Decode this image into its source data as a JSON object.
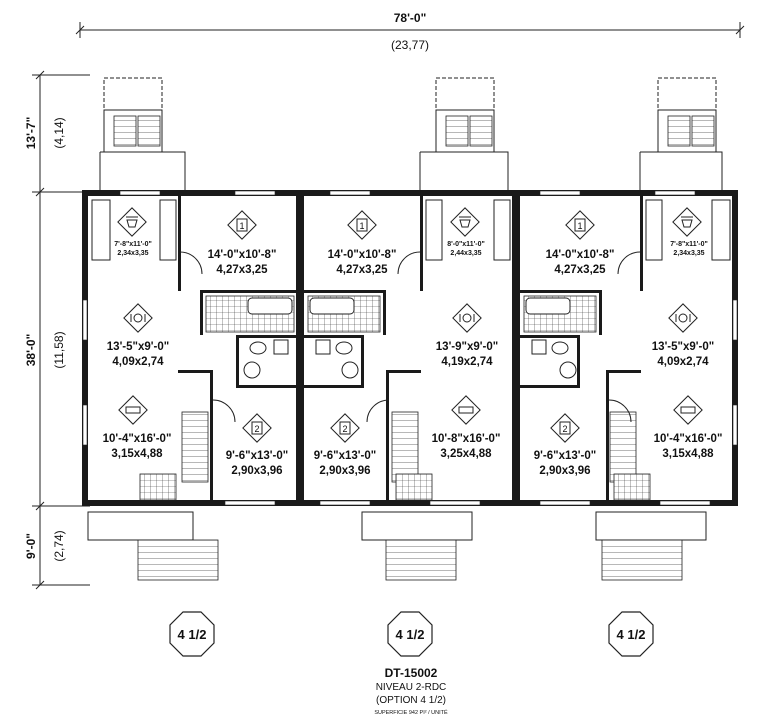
{
  "dimensions": {
    "overall_width_imperial": "78'-0\"",
    "overall_width_metric": "(23,77)",
    "rear_depth_imperial": "13'-7\"",
    "rear_depth_metric": "(4,14)",
    "main_depth_imperial": "38'-0\"",
    "main_depth_metric": "(11,58)",
    "front_depth_imperial": "9'-0\"",
    "front_depth_metric": "(2,74)"
  },
  "rooms": {
    "left": {
      "bath_imp": "7'-8\"x11'-0\"",
      "bath_met": "2,34x3,35",
      "bed_imp": "14'-0\"x10'-8\"",
      "bed_met": "4,27x3,25",
      "dining_imp": "13'-5\"x9'-0\"",
      "dining_met": "4,09x2,74",
      "living_imp": "10'-4\"x16'-0\"",
      "living_met": "3,15x4,88",
      "bed2_imp": "9'-6\"x13'-0\"",
      "bed2_met": "2,90x3,96"
    },
    "middle": {
      "bed_imp": "14'-0\"x10'-8\"",
      "bed_met": "4,27x3,25",
      "bath_imp": "8'-0\"x11'-0\"",
      "bath_met": "2,44x3,35",
      "dining_imp": "13'-9\"x9'-0\"",
      "dining_met": "4,19x2,74",
      "bed2_imp": "9'-6\"x13'-0\"",
      "bed2_met": "2,90x3,96",
      "living_imp": "10'-8\"x16'-0\"",
      "living_met": "3,25x4,88"
    },
    "right": {
      "bed_imp": "14'-0\"x10'-8\"",
      "bed_met": "4,27x3,25",
      "bath_imp": "7'-8\"x11'-0\"",
      "bath_met": "2,34x3,35",
      "dining_imp": "13'-5\"x9'-0\"",
      "dining_met": "4,09x2,74",
      "bed2_imp": "9'-6\"x13'-0\"",
      "bed2_met": "2,90x3,96",
      "living_imp": "10'-4\"x16'-0\"",
      "living_met": "3,15x4,88"
    }
  },
  "unit_badges": [
    "4 1/2",
    "4 1/2",
    "4 1/2"
  ],
  "room_markers": {
    "bedroom_number_1": "1",
    "bedroom_number_2": "2"
  },
  "title_block": {
    "plan_code": "DT-15002",
    "level": "NIVEAU 2-RDC",
    "option": "(OPTION  4 1/2)",
    "area_note": "SUPERFICIE 942 PI² / UNITÉ"
  },
  "icons": [
    "laundry-icon",
    "bedroom-number-icon",
    "dining-icon",
    "living-icon",
    "unit-type-octagon"
  ]
}
